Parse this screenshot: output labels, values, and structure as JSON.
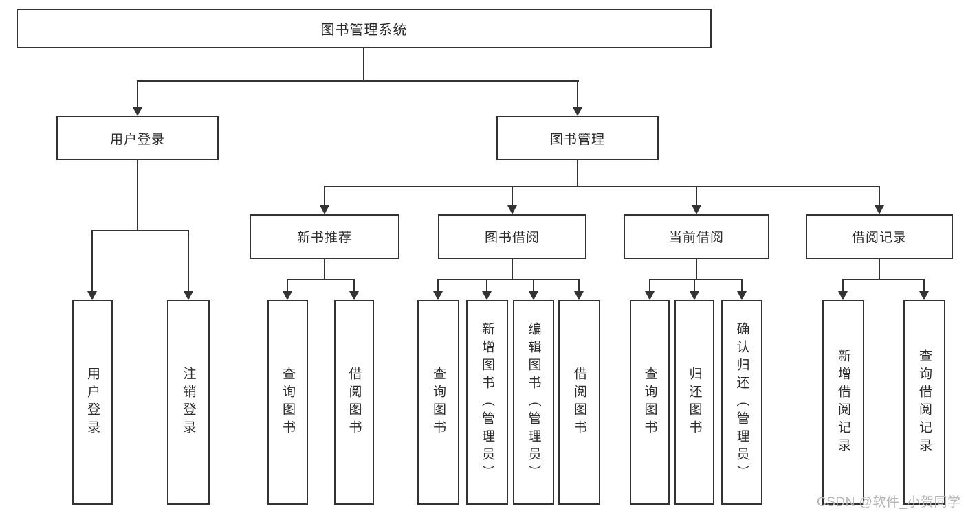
{
  "diagram": {
    "tree": {
      "label": "图书管理系统",
      "children": [
        {
          "label": "用户登录",
          "children": [
            {
              "label": "用户登录"
            },
            {
              "label": "注销登录"
            }
          ]
        },
        {
          "label": "图书管理",
          "children": [
            {
              "label": "新书推荐",
              "children": [
                {
                  "label": "查询图书"
                },
                {
                  "label": "借阅图书"
                }
              ]
            },
            {
              "label": "图书借阅",
              "children": [
                {
                  "label": "查询图书"
                },
                {
                  "label": "新增图书（管理员）"
                },
                {
                  "label": "编辑图书（管理员）"
                },
                {
                  "label": "借阅图书"
                }
              ]
            },
            {
              "label": "当前借阅",
              "children": [
                {
                  "label": "查询图书"
                },
                {
                  "label": "归还图书"
                },
                {
                  "label": "确认归还（管理员）"
                }
              ]
            },
            {
              "label": "借阅记录",
              "children": [
                {
                  "label": "新增借阅记录"
                },
                {
                  "label": "查询借阅记录"
                }
              ]
            }
          ]
        }
      ]
    },
    "colors": {
      "line": "#333333",
      "background": "#ffffff",
      "box_background": "#ffffff",
      "text": "#2b2b2b",
      "watermark": "#b5b5b5"
    }
  },
  "watermark": {
    "text": "CSDN @软件_小贺同学"
  }
}
